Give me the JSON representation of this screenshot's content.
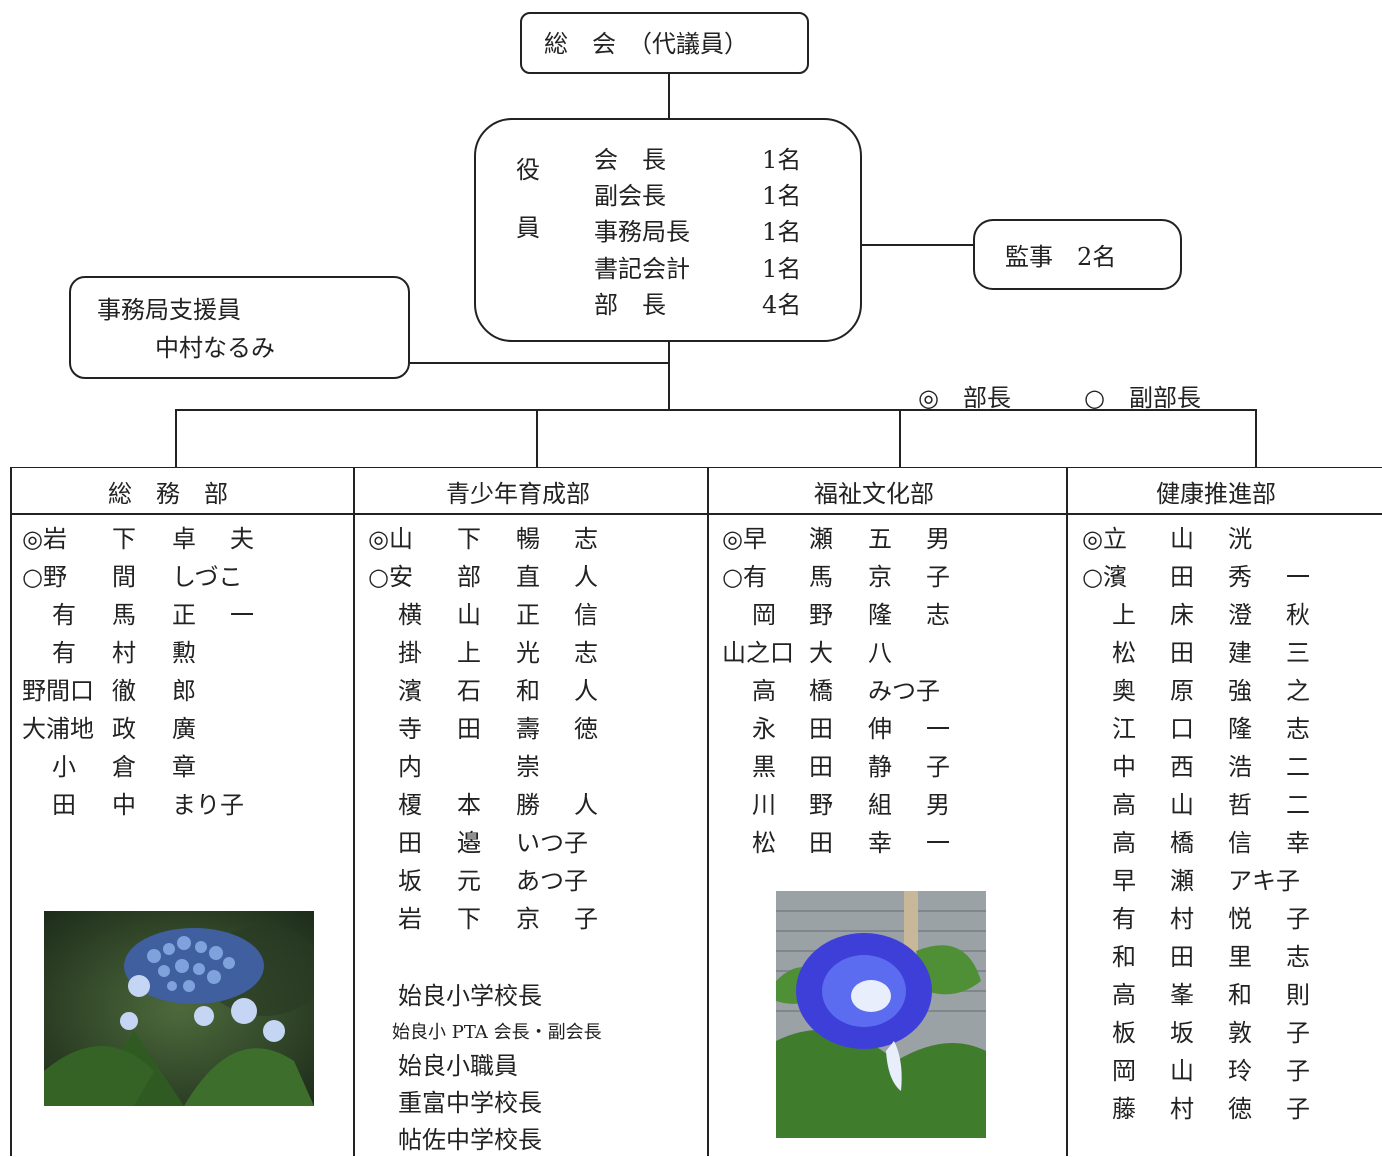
{
  "general_assembly": "総　会　（代議員）",
  "officers": {
    "label_top": "役",
    "label_bottom": "員",
    "roles": [
      {
        "name": "会　長",
        "count": "1名"
      },
      {
        "name": "副会長",
        "count": "1名"
      },
      {
        "name": "事務局長",
        "count": "1名"
      },
      {
        "name": "書記会計",
        "count": "1名"
      },
      {
        "name": "部　長",
        "count": "4名"
      }
    ]
  },
  "auditor": "監事　2名",
  "support": {
    "title": "事務局支援員",
    "name": "中村なるみ"
  },
  "legend": {
    "chief": "◎　部長",
    "vice": "○　副部長"
  },
  "departments": [
    {
      "name": "総　務　部",
      "members": [
        [
          "◎岩",
          "下",
          "卓",
          "夫"
        ],
        [
          "○野",
          "間",
          "しづこ",
          ""
        ],
        [
          "有",
          "馬",
          "正",
          "一"
        ],
        [
          "有",
          "村",
          "勲",
          ""
        ],
        [
          "野間口",
          "徹",
          "郎",
          ""
        ],
        [
          "大浦地",
          "政",
          "廣",
          ""
        ],
        [
          "小",
          "倉",
          "章",
          ""
        ],
        [
          "田",
          "中",
          "まり子",
          ""
        ]
      ]
    },
    {
      "name": "青少年育成部",
      "members": [
        [
          "◎山",
          "下",
          "暢",
          "志"
        ],
        [
          "○安",
          "部",
          "直",
          "人"
        ],
        [
          "横",
          "山",
          "正",
          "信"
        ],
        [
          "掛",
          "上",
          "光",
          "志"
        ],
        [
          "濱",
          "石",
          "和",
          "人"
        ],
        [
          "寺",
          "田",
          "壽",
          "徳"
        ],
        [
          "内",
          "",
          "崇",
          ""
        ],
        [
          "榎",
          "本",
          "勝",
          "人"
        ],
        [
          "田",
          "邉",
          "いつ子",
          ""
        ],
        [
          "坂",
          "元",
          "あつ子",
          ""
        ],
        [
          "岩",
          "下",
          "京",
          "子"
        ]
      ],
      "extra": [
        "始良小学校長",
        "始良小 PTA 会長・副会長",
        "始良小職員",
        "重富中学校長",
        "帖佐中学校長"
      ]
    },
    {
      "name": "福祉文化部",
      "members": [
        [
          "◎早",
          "瀬",
          "五",
          "男"
        ],
        [
          "○有",
          "馬",
          "京",
          "子"
        ],
        [
          "岡",
          "野",
          "隆",
          "志"
        ],
        [
          "山之口",
          "大",
          "八",
          ""
        ],
        [
          "高",
          "橋",
          "みつ子",
          ""
        ],
        [
          "永",
          "田",
          "伸",
          "一"
        ],
        [
          "黒",
          "田",
          "静",
          "子"
        ],
        [
          "川",
          "野",
          "組",
          "男"
        ],
        [
          "松",
          "田",
          "幸",
          "一"
        ]
      ]
    },
    {
      "name": "健康推進部",
      "members": [
        [
          "◎立",
          "山",
          "洸",
          ""
        ],
        [
          "○濱",
          "田",
          "秀",
          "一"
        ],
        [
          "上",
          "床",
          "澄",
          "秋"
        ],
        [
          "松",
          "田",
          "建",
          "三"
        ],
        [
          "奥",
          "原",
          "強",
          "之"
        ],
        [
          "江",
          "口",
          "隆",
          "志"
        ],
        [
          "中",
          "西",
          "浩",
          "二"
        ],
        [
          "高",
          "山",
          "哲",
          "二"
        ],
        [
          "高",
          "橋",
          "信",
          "幸"
        ],
        [
          "早",
          "瀬",
          "アキ子",
          ""
        ],
        [
          "有",
          "村",
          "悦",
          "子"
        ],
        [
          "和",
          "田",
          "里",
          "志"
        ],
        [
          "高",
          "峯",
          "和",
          "則"
        ],
        [
          "板",
          "坂",
          "敦",
          "子"
        ],
        [
          "岡",
          "山",
          "玲",
          "子"
        ],
        [
          "藤",
          "村",
          "徳",
          "子"
        ]
      ]
    }
  ],
  "colors": {
    "line": "#222222",
    "hydrangea": "#6f8fd0",
    "morning_glory": "#3e3fd8"
  }
}
